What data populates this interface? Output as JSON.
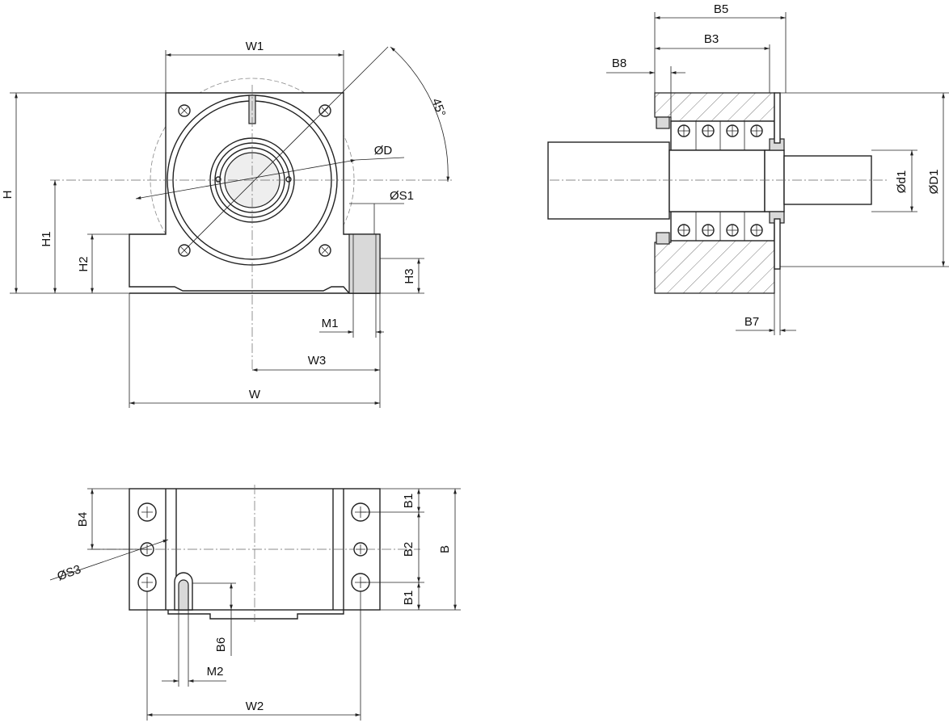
{
  "drawing": {
    "front_view": {
      "labels": {
        "w1": "W1",
        "w": "W",
        "w3": "W3",
        "h": "H",
        "h1": "H1",
        "h2": "H2",
        "h3": "H3",
        "m1": "M1",
        "d": "ØD",
        "s1": "ØS1",
        "angle": "45°"
      }
    },
    "section_view": {
      "labels": {
        "b5": "B5",
        "b3": "B3",
        "b8": "B8",
        "b7": "B7",
        "d1": "Ød1",
        "D1": "ØD1"
      }
    },
    "bottom_view": {
      "labels": {
        "b4": "B4",
        "s3": "ØS3",
        "b1_top": "B1",
        "b2": "B2",
        "b": "B",
        "b1_bottom": "B1",
        "b6": "B6",
        "m2": "M2",
        "w2": "W2"
      }
    }
  }
}
